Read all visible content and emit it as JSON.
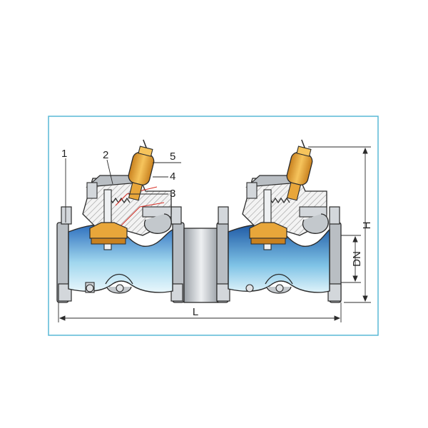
{
  "diagram": {
    "callouts": [
      "1",
      "2",
      "3",
      "4",
      "5"
    ],
    "dimensions": {
      "length": "L",
      "height": "H",
      "nominal_diameter": "DN"
    },
    "colors": {
      "frame": "#59b8d6",
      "pipe_top": "#2e6fbe",
      "pipe_mid": "#c9ecf7",
      "metal": "#b9bec3",
      "metal_dark": "#8d9398",
      "brass": "#e8a63a",
      "outline": "#2b2b2b"
    }
  }
}
